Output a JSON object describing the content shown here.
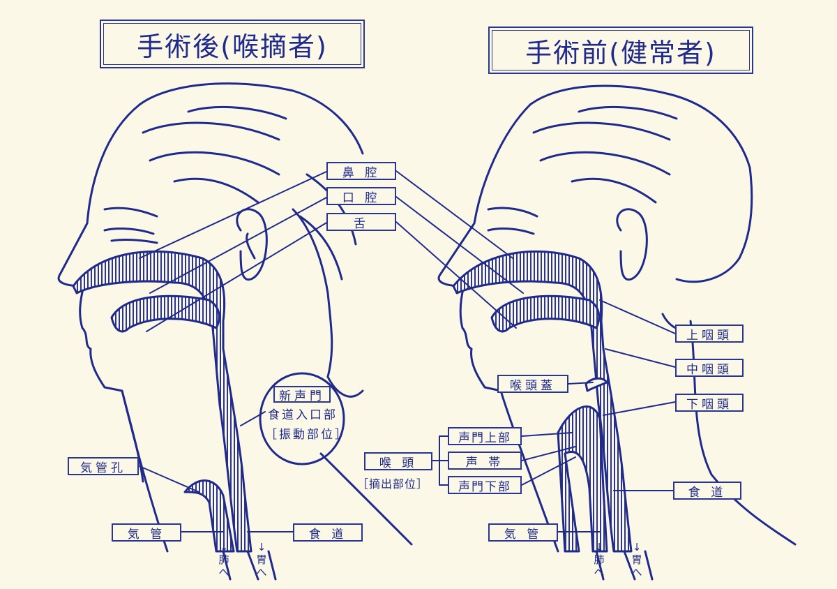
{
  "titles": {
    "left": "手術後(喉摘者)",
    "right": "手術前(健常者)"
  },
  "labels": {
    "nasal_cavity": "鼻 腔",
    "oral_cavity": "口 腔",
    "tongue": "舌",
    "new_glottis": "新声門",
    "esophageal_entrance": "食道入口部",
    "vibration_site": "［振動部位］",
    "tracheostoma": "気管孔",
    "trachea_left": "気 管",
    "esophagus_left": "食 道",
    "upper_pharynx": "上咽頭",
    "middle_pharynx": "中咽頭",
    "lower_pharynx": "下咽頭",
    "epiglottis": "喉頭蓋",
    "supraglottis": "声門上部",
    "vocal_cords": "声 帯",
    "subglottis": "声門下部",
    "larynx": "喉 頭",
    "removal_site": "［摘出部位］",
    "esophagus_right": "食 道",
    "trachea_right": "気 管",
    "to_lung_left": "↓肺へ",
    "to_stomach_left": "↓胃へ",
    "to_lung_right": "↓肺へ",
    "to_stomach_right": "↓胃へ"
  },
  "colors": {
    "ink": "#1f2a8a",
    "paper": "#fbf8e8",
    "fill": "#3a45a0"
  }
}
